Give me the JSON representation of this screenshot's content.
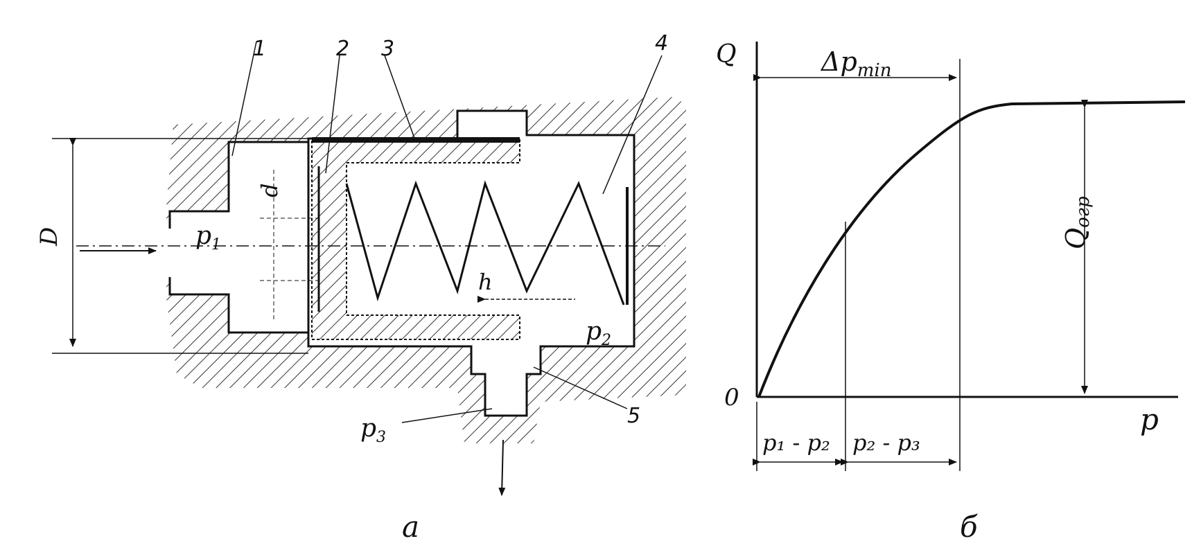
{
  "left": {
    "parts": [
      "1",
      "2",
      "3",
      "4",
      "5"
    ],
    "D": "D",
    "d": "d",
    "p1": "p",
    "p1_sub": "1",
    "p2": "p",
    "p2_sub": "2",
    "p3": "p",
    "p3_sub": "3",
    "h": "h",
    "caption": "a"
  },
  "right": {
    "y_axis": "Q",
    "x_axis": "p",
    "origin": "0",
    "dp_min": "Δp",
    "dp_min_sub": "min",
    "q_ogr": "Q",
    "q_ogr_sub": "огр",
    "range1": "p₁ - p₂",
    "range2": "p₂ - p₃",
    "caption": "б"
  }
}
